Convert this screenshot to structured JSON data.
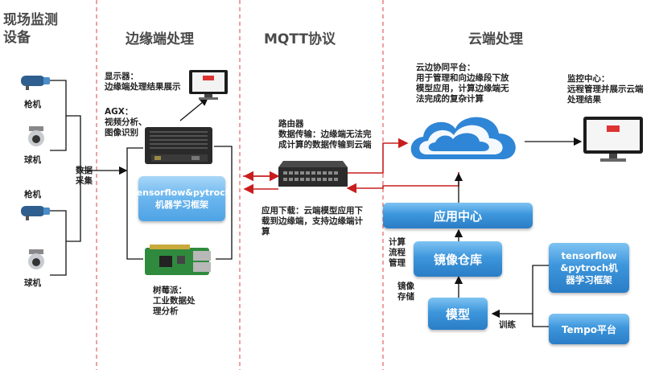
{
  "sections": {
    "field": "现场监测设备",
    "edge": "边缘端处理",
    "mqtt": "MQTT协议",
    "cloud": "云端处理"
  },
  "field": {
    "cam1": "枪机",
    "dome1": "球机",
    "cam2": "枪机",
    "dome2": "球机",
    "collect": "数据采集"
  },
  "edge": {
    "display": "显示器：\n边缘端处理结果展示",
    "agx": "AGX：\n视频分析、\n图像识别",
    "framework": "tensorflow&pytroch机器学习框架",
    "pi": "树莓派：\n工业数据处\n理分析"
  },
  "mqtt": {
    "router": "路由器\n数据传输：边缘端无法完\n成计算的数据传输到云端",
    "download": "应用下载：云端模型应用下\n载到边缘端，支持边缘端计\n算"
  },
  "cloud": {
    "platform": "云边协同平台：\n用于管理和向边缘段下放\n模型应用，计算边缘端无\n法完成的复杂计算",
    "monitor": "监控中心：\n远程管理并展示云端\n处理结果",
    "app_center": "应用中心",
    "compute": "计算\n流程\n管理",
    "image_repo": "镜像仓库",
    "image_store": "镜像\n存储",
    "model": "模型",
    "train": "训练",
    "framework": "tensorflow\n&pytroch机\n器学习框架",
    "tempo": "Tempo平台"
  },
  "colors": {
    "divider": "#e04040",
    "blue": "#3d96dc",
    "cloud": "#2f86d6",
    "arrow_red": "#c81e1e"
  }
}
